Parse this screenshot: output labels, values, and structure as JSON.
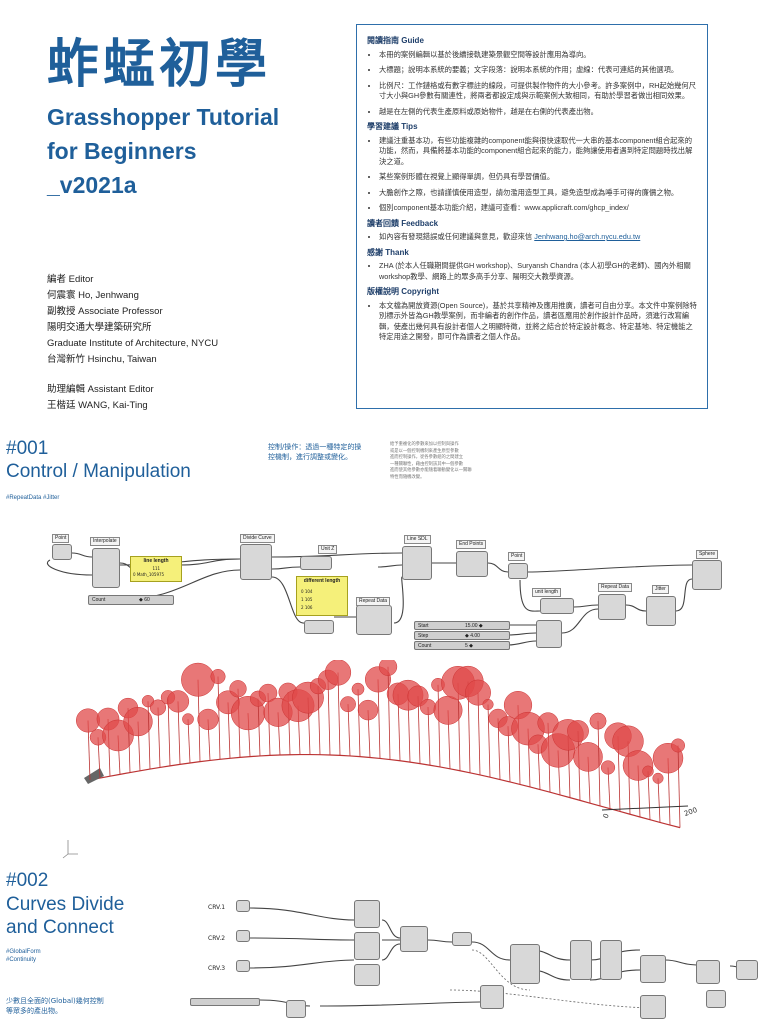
{
  "header": {
    "title_cn": "蚱蜢初學",
    "title_en_lines": [
      "Grasshopper  Tutorial",
      "for Beginners",
      "_v2021a"
    ]
  },
  "credits": {
    "editor_label": "編者 Editor",
    "editor_name": "何震寰 Ho, Jenhwang",
    "editor_role": "副教授 Associate Professor",
    "editor_inst_cn": "陽明交通大學建築研究所",
    "editor_inst_en": "Graduate Institute of Architecture, NYCU",
    "editor_loc": "台灣新竹 Hsinchu, Taiwan",
    "assistant_label": "助理編輯 Assistant Editor",
    "assistant_name": "王楷廷 WANG, Kai-Ting"
  },
  "guide": {
    "h1": "閱讀指南 Guide",
    "g1": "本冊的案例編輯以基於後續接軌建築景觀空間等設計應用為導向。",
    "g2": "大標題；說明本系統的要義；文字段落：說明本系統的作用；虛線：代表可連結的其他選項。",
    "g3": "比例尺：工作鏈格或有數字標註的線段，可提供製作物件的大小參考。許多案例中，RH起始幾何尺寸大小與GH參數有關連性，將兩者都設定成與示範案例大致相同，有助於學習者做出相同效果。",
    "g4": "越是在左側的代表生產原料或原始物件，越是在右側的代表產出物。",
    "h2": "學習建議 Tips",
    "t1": "建議注重基本功，有些功能複雜的component能與很快速取代一大串的基本component組合起來的功能，然而，具備將基本功能的component組合起來的能力，能夠讓使用者遇到特定問題時找出解決之道。",
    "t2": "某些案例形體在視覺上顯得單調，但仍具有學習價值。",
    "t3": "大膽創作之際，也請謹慎使用造型，請勿濫用造型工具，避免造型成為唾手可得的廉價之物。",
    "t4": "個別component基本功能介紹，建議可查看：www.applicraft.com/ghcp_index/",
    "h3": "讀者回饋 Feedback",
    "f1": "如內容有發現錯誤或任何建議與意見，歡迎來信",
    "f1_email": "Jenhwang.ho@arch.nycu.edu.tw",
    "h4": "感謝 Thank",
    "k1": "ZHA (於本人任職期間提供GH workshop)、Suryansh Chandra (本人初學GH的老師)、國內外相關workshop教學、網路上的眾多高手分享、陽明交大教學資源。",
    "h5": "版權說明 Copyright",
    "c1": "本文檔為開放資源(Open Source)，基於共享精神及應用推廣，讀者可自由分享。本文件中案例除特別標示外皆為GH教學案例，而非編者的創作作品，讀者區應用於創作設計作品時，須進行改寫編輯，使產出幾何具有設計者個人之明顯特徵，並將之結合於特定設計概念、特定基地、特定機能之特定用途之開發，即可作為讀者之個人作品。"
  },
  "section1": {
    "num": "#001",
    "title": "Control / Manipulation",
    "tags": "#RepeatData #Jitter",
    "note_cn_1": "控制/操作：透過一種特定的操",
    "note_cn_2": "控機制，進行調整或變化。",
    "note_small": [
      "給予重複化的參數來加以控制與操作",
      "或是以一個控制機制來產生原型參數",
      "進而控制操作，從各參數組的之間建立",
      "一種關聯性，藉由控制該其中一個參數",
      "進而使其他參數亦能隨着聯動變化以一關聯",
      "特性而隨機改變。"
    ],
    "components": {
      "point1": "Point",
      "interpolate": "Interpolate",
      "line_length_panel": "line length",
      "line_length_vals": [
        "111",
        "0 Math_105975"
      ],
      "count_label": "Count",
      "count_val": "◆ 60",
      "divide": "Divide Curve",
      "unit_z": "Unit Z",
      "line_sdl": "Line SDL",
      "end_points": "End Points",
      "point2": "Point",
      "sphere": "Sphere",
      "diff_len_panel": "different length",
      "diff_len_vals": [
        "0 104",
        "1 105",
        "2 106"
      ],
      "repeat_data1": "Repeat Data",
      "unit_length": "unit length",
      "repeat_data2": "Repeat Data",
      "jitter": "Jitter",
      "start_label": "Start",
      "start_val": "15.00 ◆",
      "step_label": "Step",
      "step_val": "◆ 4.00",
      "count2_label": "Count",
      "count2_val": "5 ◆"
    },
    "dim_labels": [
      "0",
      "200"
    ]
  },
  "section2": {
    "num": "#002",
    "title_lines": [
      "Curves Divide",
      "and Connect"
    ],
    "tags_lines": [
      "#GlobalForm",
      "#Continuity"
    ],
    "note_cn_1": "少數且全面的(Global)幾何控制",
    "note_cn_2": "等眾多的產出物。",
    "crv_labels": [
      "CRV.1",
      "CRV.2",
      "CRV.3"
    ]
  },
  "colors": {
    "accent": "#1f5f9a",
    "sphere": "#e04a4a",
    "panel": "#f5f07a"
  }
}
